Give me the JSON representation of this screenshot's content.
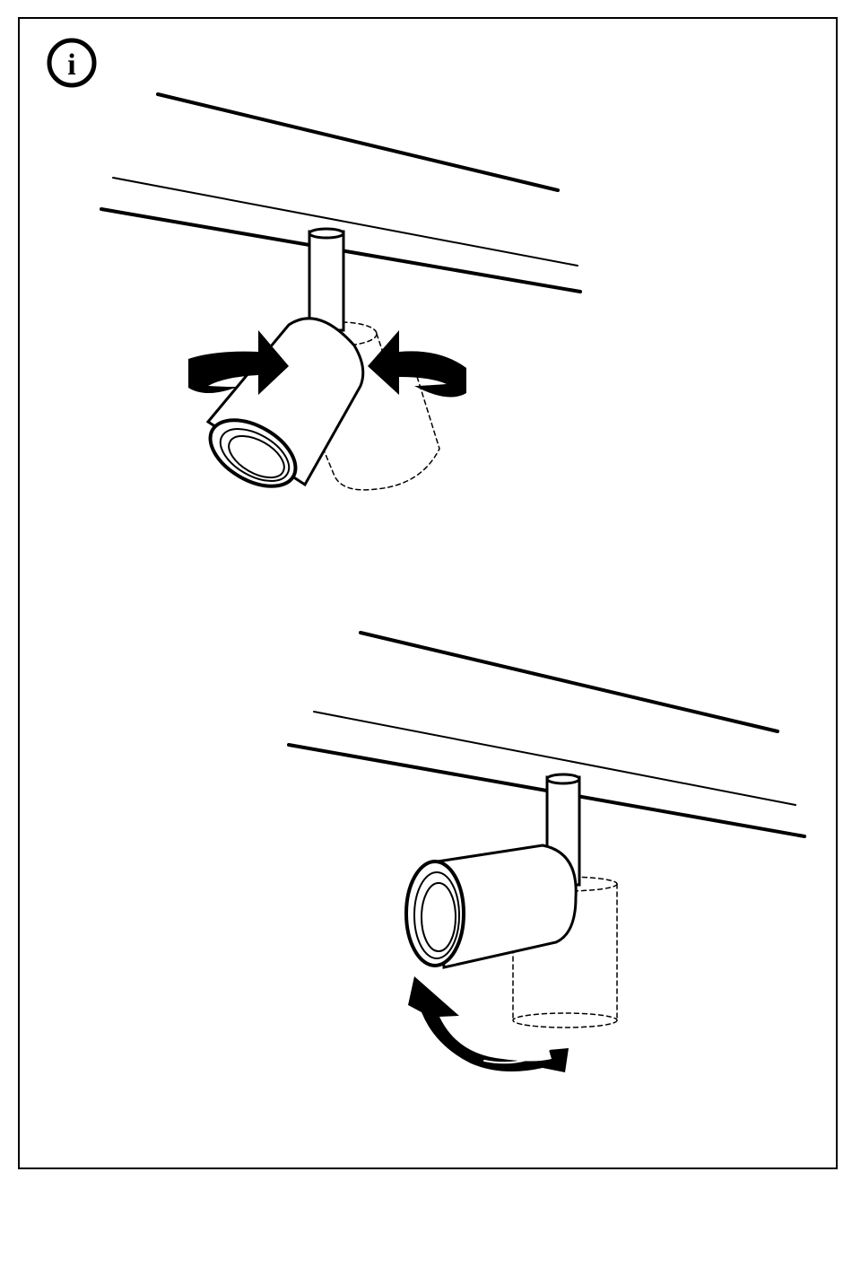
{
  "page": {
    "type": "assembly-instruction-page",
    "info_icon": {
      "icon": "info-icon",
      "glyph": "i"
    },
    "steps": [
      {
        "subject": "track-spotlight",
        "action": "rotate-horizontally",
        "icon": "rotate-arrows-icon"
      },
      {
        "subject": "track-spotlight",
        "action": "tilt-vertically",
        "icon": "curved-arrow-icon"
      }
    ],
    "colors": {
      "line": "#000000",
      "background": "#ffffff"
    }
  }
}
